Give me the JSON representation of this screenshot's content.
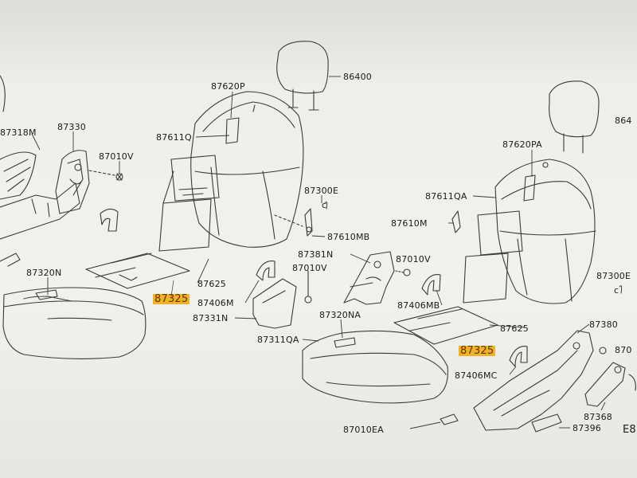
{
  "parts": {
    "p86400": "86400",
    "p8640_partial": "864",
    "p87620P": "87620P",
    "p87611Q": "87611Q",
    "p87318M": "87318M",
    "p87330": "87330",
    "p87010V_a": "87010V",
    "p87300E_a": "87300E",
    "p87610MB": "87610MB",
    "p87620PA": "87620PA",
    "p87611QA": "87611QA",
    "p87610M": "87610M",
    "p87381N": "87381N",
    "p87010V_b": "87010V",
    "p87010V_c": "87010V",
    "p87320N": "87320N",
    "p87625_a": "87625",
    "p87325_a": "87325",
    "p87406M": "87406M",
    "p87331N": "87331N",
    "p87320NA": "87320NA",
    "p87311QA": "87311QA",
    "p87406MB": "87406MB",
    "p87300E_b": "87300E",
    "p87625_b": "87625",
    "p87380": "87380",
    "p8701_partial": "870",
    "p87325_b": "87325",
    "p87406MC": "87406MC",
    "p87368": "87368",
    "p87396": "87396",
    "p87010EA": "87010EA",
    "e_partial": "E8",
    "c_a": "c",
    "c_b": "c"
  },
  "colors": {
    "highlight": "#f2b02c",
    "line": "#333333",
    "paper": "#f1f1ed"
  }
}
